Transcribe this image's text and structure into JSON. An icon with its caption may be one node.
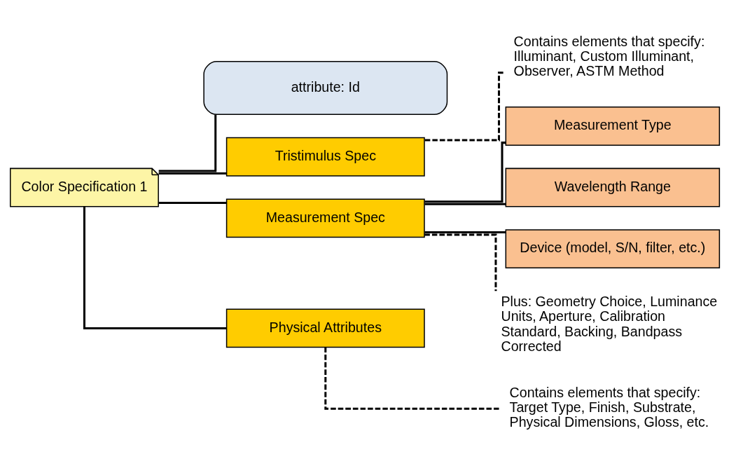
{
  "diagram": {
    "nodes": [
      {
        "text": [
          "Color Specification 1"
        ]
      },
      {
        "text": [
          "attribute: Id"
        ]
      },
      {
        "text": [
          "Tristimulus Spec"
        ]
      },
      {
        "text": [
          "Measurement Spec"
        ]
      },
      {
        "text": [
          "Measurement Type"
        ]
      },
      {
        "text": [
          "Wavelength Range"
        ]
      },
      {
        "text": [
          "Device (model, S/N, filter, etc.)"
        ]
      },
      {
        "text": [
          "Physical Attributes"
        ]
      },
      {
        "text": [
          "Contains elements that specify: Illuminant, Custom Illuminant, Observer, ASTM Method"
        ]
      },
      {
        "text": [
          "Plus: Geometry Choice, Luminance Units, Aperture, Calibration Standard, Backing, Bandpass Corrected"
        ]
      },
      {
        "text": [
          "Contains elements that specify: Target Type, Finish, Substrate, Physical Dimensions, Gloss, etc."
        ]
      }
    ],
    "edges": [
      {
        "from": 0,
        "to": 1,
        "arrow": "none"
      },
      {
        "from": 0,
        "to": 2,
        "arrow": "none"
      },
      {
        "from": 0,
        "to": 3,
        "arrow": "none"
      },
      {
        "from": 0,
        "to": 7,
        "arrow": "none"
      },
      {
        "from": 2,
        "to": 8,
        "arrow": "none",
        "style": "dashed"
      },
      {
        "from": 3,
        "to": 4,
        "arrow": "none"
      },
      {
        "from": 3,
        "to": 5,
        "arrow": "none"
      },
      {
        "from": 3,
        "to": 6,
        "arrow": "none"
      },
      {
        "from": 3,
        "to": 9,
        "arrow": "none",
        "style": "dashed"
      },
      {
        "from": 7,
        "to": 10,
        "arrow": "none",
        "style": "dashed"
      }
    ]
  }
}
